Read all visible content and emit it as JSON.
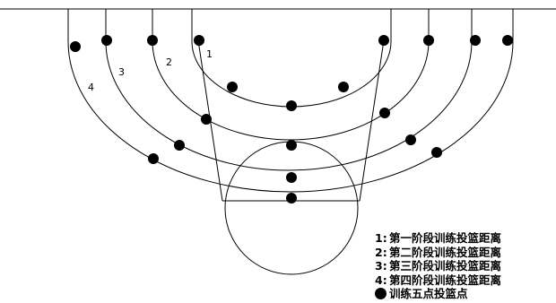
{
  "curve_labels": [
    "1",
    "2",
    "3",
    "4"
  ],
  "legend": {
    "items": [
      {
        "num": "1:",
        "text": "第一阶段训练投篮距离"
      },
      {
        "num": "2:",
        "text": "第二阶段训练投篮距离"
      },
      {
        "num": "3:",
        "text": "第三阶段训练投篮距离"
      },
      {
        "num": "4:",
        "text": "第四阶段训练投篮距离"
      }
    ],
    "dot_label": "训练五点投篮点"
  }
}
